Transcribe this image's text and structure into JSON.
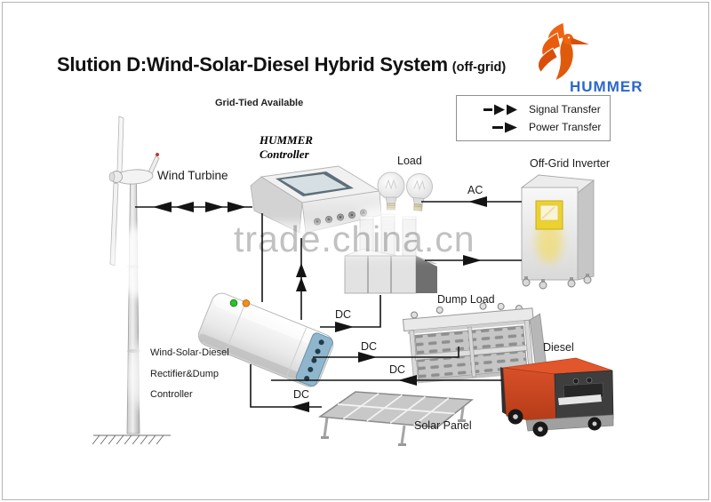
{
  "header": {
    "title": "Slution D:Wind-Solar-Diesel Hybrid System",
    "title_suffix": "(off-grid)",
    "subtitle": "Grid-Tied Available"
  },
  "brand": {
    "name": "HUMMER"
  },
  "legend": {
    "signal": "Signal Transfer",
    "power": "Power Transfer"
  },
  "labels": {
    "wind_turbine": "Wind Turbine",
    "controller_line1": "HUMMER",
    "controller_line2": "Controller",
    "load": "Load",
    "inverter": "Off-Grid Inverter",
    "dump_load": "Dump Load",
    "diesel": "Diesel",
    "solar_panel": "Solar Panel",
    "rectifier_line1": "Wind-Solar-Diesel",
    "rectifier_line2": "Rectifier&Dump",
    "rectifier_line3": "Controller"
  },
  "connections": {
    "ac": "AC",
    "dc_to_battery": "DC",
    "dc_to_dump_load": "DC",
    "dc_from_diesel": "DC",
    "dc_from_solar": "DC"
  },
  "watermark": "trade.china.cn",
  "colors": {
    "brand_blue": "#2b68cc",
    "bird_orange": "#ee6410",
    "diesel_red": "#d04a24",
    "inverter_screen_yellow": "#ecd22e",
    "port_strip_blue": "#8fb6cc",
    "led_green": "#2fbf2f",
    "led_orange": "#f39019",
    "line_black": "#141414"
  }
}
